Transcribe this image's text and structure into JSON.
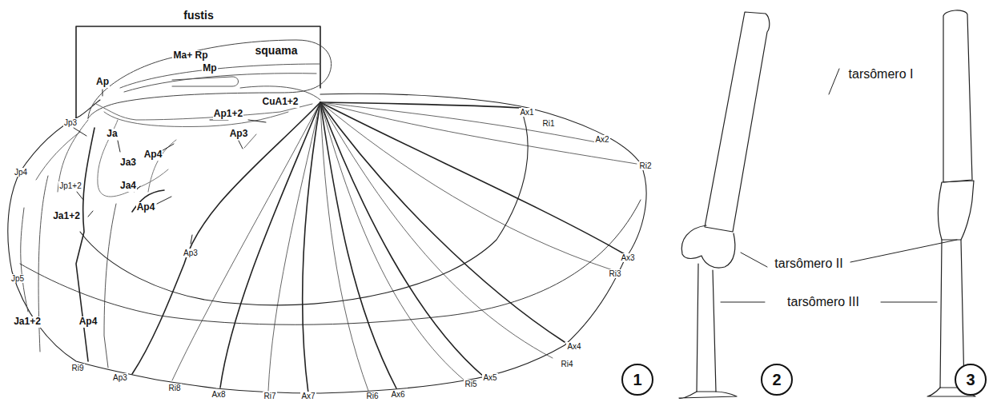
{
  "diagram": {
    "nodes": [
      {
        "text": [
          "1"
        ]
      },
      {
        "text": [
          "2"
        ]
      },
      {
        "text": [
          "3"
        ]
      }
    ],
    "labels": [
      "fustis",
      "squama",
      "Ma+ Rp",
      "Mp",
      "CuA1+2",
      "Ap",
      "Ap1+2",
      "Jp3",
      "Ja",
      "Ap4",
      "Ap3",
      "Ja3",
      "Jp4",
      "Jp1+2",
      "Ja4",
      "Ap4",
      "Ja1+2",
      "Ap3",
      "Jp5",
      "Ja1+2",
      "Ap4",
      "Ri9",
      "Ap3",
      "Ri8",
      "Ax8",
      "Ri7",
      "Ax7",
      "Ri6",
      "Ax6",
      "Ri5",
      "Ax5",
      "Ax4",
      "Ri4",
      "Ax3",
      "Ri3",
      "Ri2",
      "Ax2",
      "Ri1",
      "Ax1",
      "tarsômero I",
      "tarsômero II",
      "tarsômero III"
    ]
  }
}
